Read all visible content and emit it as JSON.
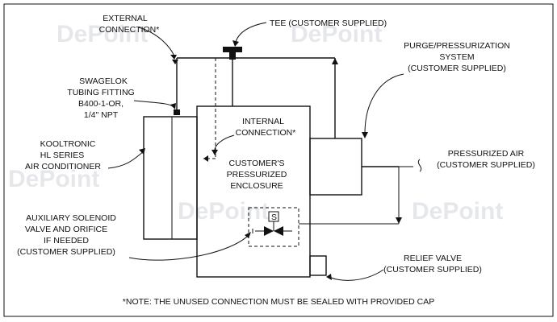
{
  "labels": {
    "external_connection": [
      "EXTERNAL",
      "CONNECTION*"
    ],
    "tee": "TEE (CUSTOMER SUPPLIED)",
    "purge_system": [
      "PURGE/PRESSURIZATION",
      "SYSTEM",
      "(CUSTOMER SUPPLIED)"
    ],
    "swagelok": [
      "SWAGELOK",
      "TUBING FITTING",
      "B400-1-OR,",
      "1/4\" NPT"
    ],
    "internal_connection": [
      "INTERNAL",
      "CONNECTION*"
    ],
    "kooltronic": [
      "KOOLTRONIC",
      "HL SERIES",
      "AIR CONDITIONER"
    ],
    "enclosure": [
      "CUSTOMER'S",
      "PRESSURIZED",
      "ENCLOSURE"
    ],
    "pressurized_air": [
      "PRESSURIZED AIR",
      "(CUSTOMER SUPPLIED)"
    ],
    "solenoid": [
      "AUXILIARY SOLENOID",
      "VALVE AND ORIFICE",
      "IF NEEDED",
      "(CUSTOMER SUPPLIED)"
    ],
    "solenoid_symbol": "S",
    "relief_valve": [
      "RELIEF VALVE",
      "(CUSTOMER SUPPLIED)"
    ],
    "note": "*NOTE: THE UNUSED CONNECTION MUST BE SEALED WITH PROVIDED CAP"
  },
  "watermark": "DePoint"
}
